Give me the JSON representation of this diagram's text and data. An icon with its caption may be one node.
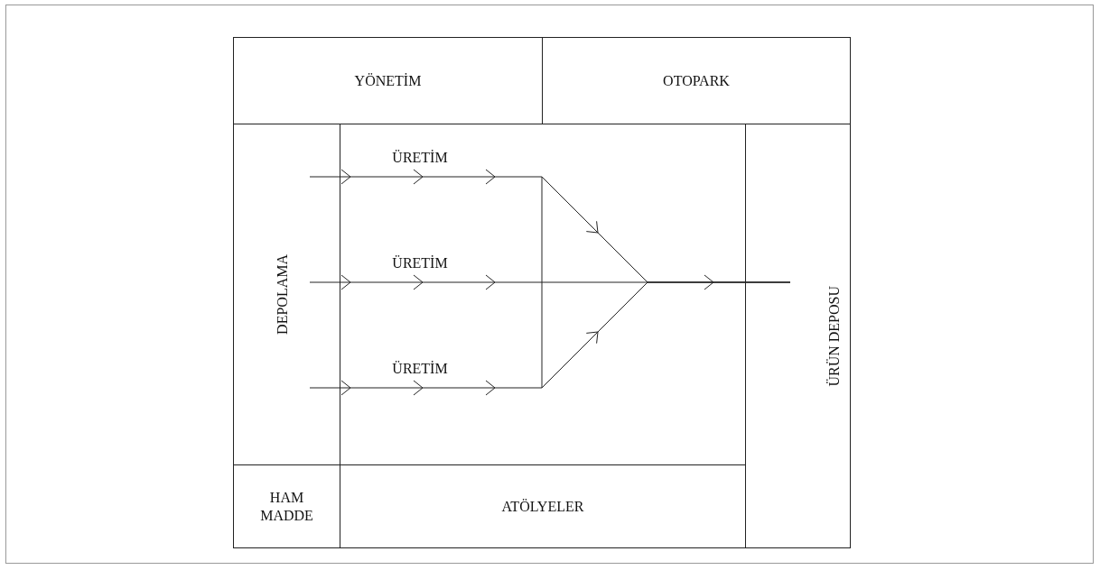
{
  "diagram": {
    "nodes": [
      {
        "text": [
          "YÖNETİM"
        ]
      },
      {
        "text": [
          "OTOPARK"
        ]
      },
      {
        "text": [
          "DEPOLAMA"
        ]
      },
      {
        "text": [
          "ÜRÜN DEPOSU"
        ]
      },
      {
        "text": [
          "HAM MADDE"
        ]
      },
      {
        "text": [
          "ATÖLYELER"
        ]
      }
    ],
    "edges": [
      {
        "from": 2,
        "to": 3,
        "arrow": "to",
        "label": "ÜRETİM"
      },
      {
        "from": 2,
        "to": 3,
        "arrow": "to",
        "label": "ÜRETİM"
      },
      {
        "from": 2,
        "to": 3,
        "arrow": "to",
        "label": "ÜRETİM"
      }
    ]
  }
}
